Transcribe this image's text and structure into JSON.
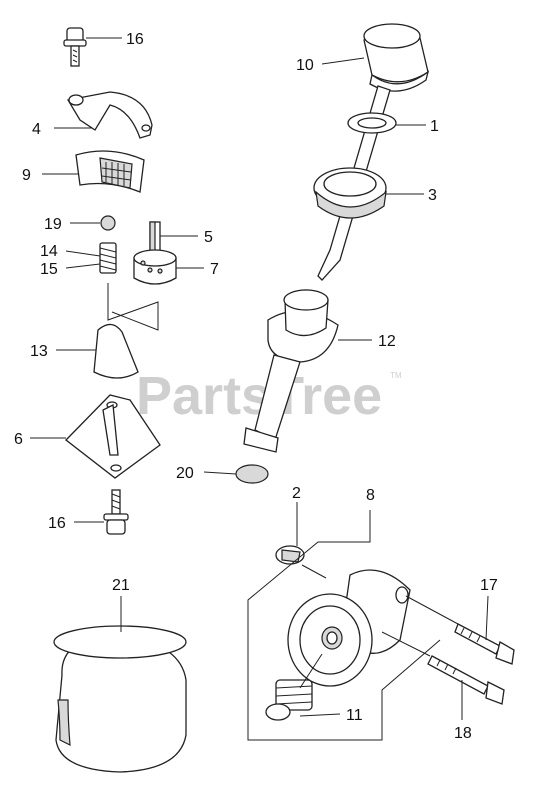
{
  "watermark": {
    "text": "PartsTree",
    "tm": "TM"
  },
  "callouts": {
    "c1": "1",
    "c2": "2",
    "c3": "3",
    "c4": "4",
    "c5": "5",
    "c6": "6",
    "c7": "7",
    "c8": "8",
    "c9": "9",
    "c10": "10",
    "c11": "11",
    "c12": "12",
    "c13": "13",
    "c14": "14",
    "c15": "15",
    "c16a": "16",
    "c16b": "16",
    "c17": "17",
    "c18": "18",
    "c19": "19",
    "c20": "20",
    "c21": "21"
  }
}
